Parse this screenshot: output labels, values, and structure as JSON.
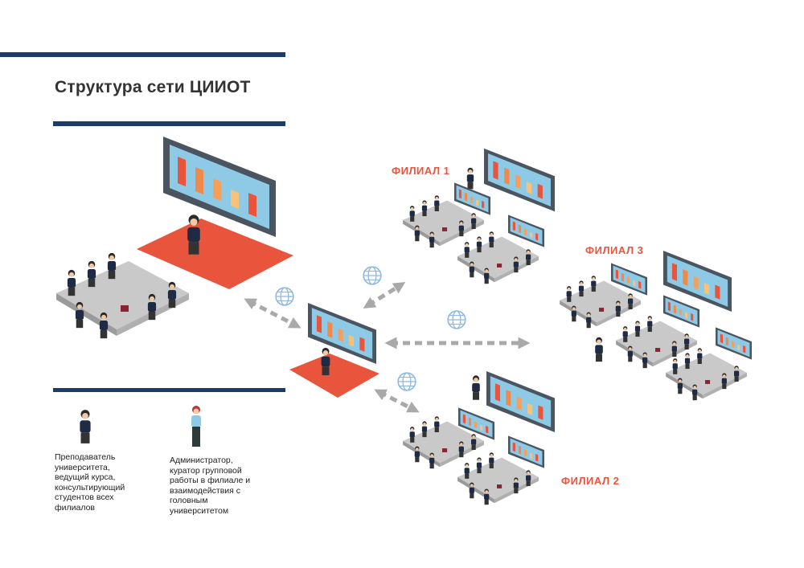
{
  "title": "Структура сети ЦИИОТ",
  "branches": {
    "branch1": "ФИЛИАЛ 1",
    "branch2": "ФИЛИАЛ 2",
    "branch3": "ФИЛИАЛ 3"
  },
  "legend": {
    "teacher": "Преподаватель университета, ведущий курса, консультирующий студентов всех филиалов",
    "admin": "Администратор, куратор групповой работы в филиале и взаимодействия с головным университетом"
  },
  "colors": {
    "navy": "#1b3c6b",
    "accent": "#e8553c",
    "arrow": "#a9a9a9",
    "globe": "#8fb8e0"
  },
  "icons": [
    "globe-icon",
    "double-arrow-icon",
    "teacher-figure-icon",
    "admin-figure-icon",
    "presentation-screen-icon"
  ]
}
